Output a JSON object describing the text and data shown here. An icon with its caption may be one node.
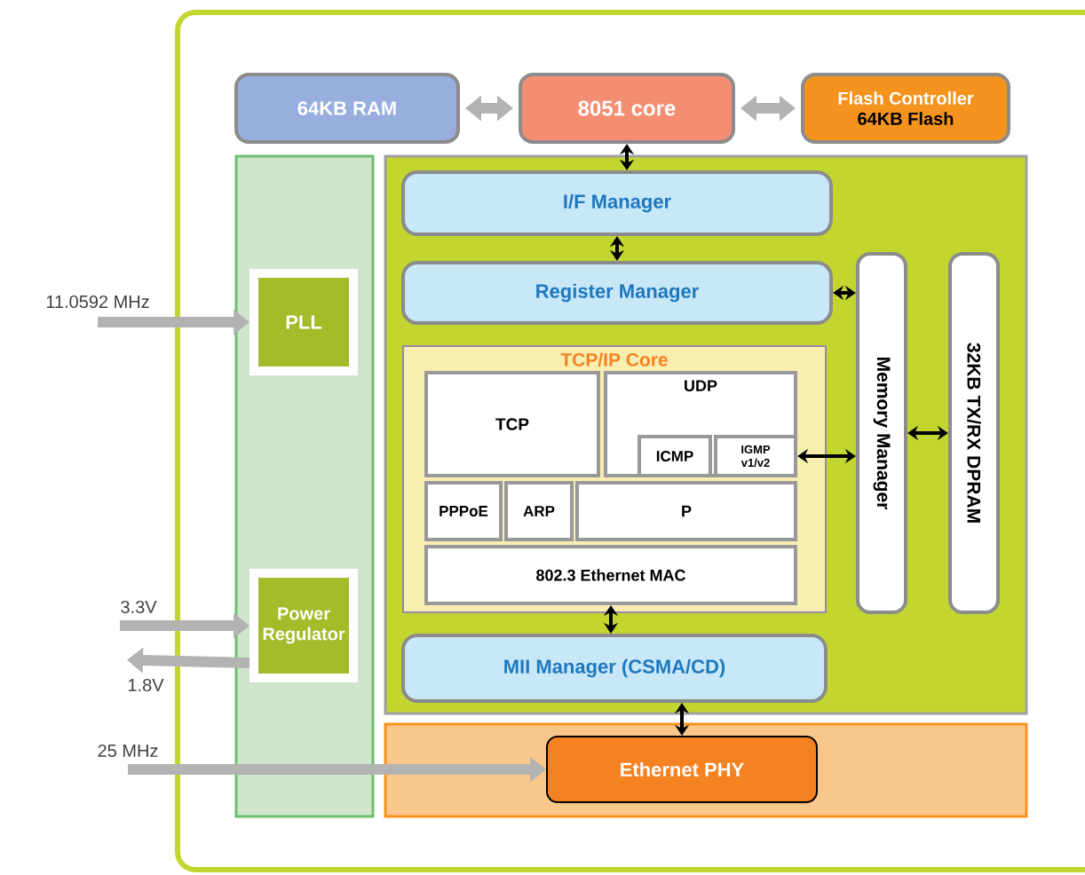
{
  "diagram": {
    "nodes": [
      {
        "text": [
          "64KB RAM"
        ]
      },
      {
        "text": [
          "8051 core"
        ]
      },
      {
        "text": [
          "Flash Controller",
          "64KB Flash"
        ]
      },
      {
        "text": [],
        "shape": "box"
      },
      {
        "text": [
          "PLL"
        ],
        "in": 3
      },
      {
        "text": [
          "Power Regulator"
        ],
        "in": 3
      },
      {
        "text": [],
        "shape": "box"
      },
      {
        "text": [
          "I/F Manager"
        ],
        "in": 6
      },
      {
        "text": [
          "Register Manager"
        ],
        "in": 6
      },
      {
        "text": [
          "TCP/IP Core"
        ],
        "in": 6
      },
      {
        "text": [
          "TCP"
        ],
        "in": 9
      },
      {
        "text": [
          "UDP"
        ],
        "in": 9
      },
      {
        "text": [
          "ICMP"
        ],
        "in": 11
      },
      {
        "text": [
          "IGMP v1/v2"
        ],
        "in": 11
      },
      {
        "text": [
          "PPPoE"
        ],
        "in": 9
      },
      {
        "text": [
          "ARP"
        ],
        "in": 9
      },
      {
        "text": [
          "P"
        ],
        "in": 9
      },
      {
        "text": [
          "802.3 Ethernet MAC"
        ],
        "in": 9
      },
      {
        "text": [
          "Memory Manager"
        ],
        "in": 6
      },
      {
        "text": [
          "32KB TX/RX DPRAM"
        ],
        "in": 6
      },
      {
        "text": [
          "MII Manager (CSMA/CD)"
        ],
        "in": 6
      },
      {
        "text": [],
        "shape": "box"
      },
      {
        "text": [
          "Ethernet PHY"
        ],
        "in": 21
      },
      {
        "text": [
          "11.0592 MHz"
        ]
      },
      {
        "text": [
          "3.3V"
        ]
      },
      {
        "text": [
          "1.8V"
        ]
      },
      {
        "text": [
          "25 MHz"
        ]
      }
    ],
    "edges": [
      {
        "from": 0,
        "to": 1,
        "arrow": "both",
        "style": "thick",
        "color": "#b3b3b3"
      },
      {
        "from": 1,
        "to": 2,
        "arrow": "both",
        "style": "thick",
        "color": "#b3b3b3"
      },
      {
        "from": 1,
        "to": 7,
        "arrow": "both",
        "color": "#000000"
      },
      {
        "from": 7,
        "to": 8,
        "arrow": "both",
        "color": "#000000"
      },
      {
        "from": 8,
        "to": 18,
        "arrow": "both",
        "color": "#000000"
      },
      {
        "from": 13,
        "to": 18,
        "arrow": "both",
        "color": "#000000"
      },
      {
        "from": 18,
        "to": 19,
        "arrow": "both",
        "color": "#000000"
      },
      {
        "from": 17,
        "to": 20,
        "arrow": "both",
        "color": "#000000"
      },
      {
        "from": 20,
        "to": 22,
        "arrow": "both",
        "color": "#000000"
      },
      {
        "from": 23,
        "to": 4,
        "arrow": "to",
        "style": "thick",
        "color": "#b3b3b3"
      },
      {
        "from": 24,
        "to": 5,
        "arrow": "to",
        "style": "thick",
        "color": "#b3b3b3"
      },
      {
        "from": 5,
        "to": 25,
        "arrow": "to",
        "style": "thick",
        "color": "#b3b3b3"
      },
      {
        "from": 26,
        "to": 22,
        "arrow": "to",
        "style": "thick",
        "color": "#b3b3b3"
      }
    ]
  }
}
